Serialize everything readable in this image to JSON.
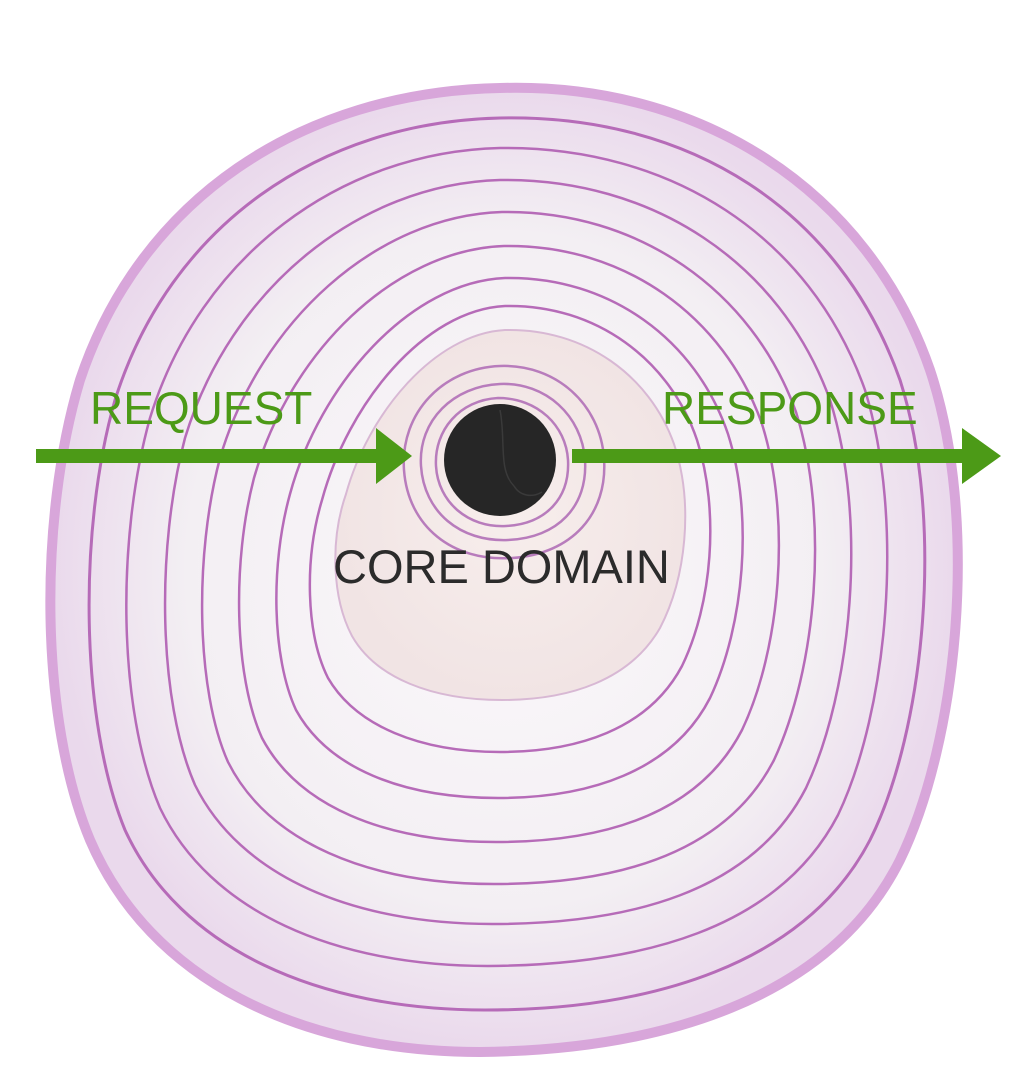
{
  "labels": {
    "request": "REQUEST",
    "response": "RESPONSE",
    "core": "CORE DOMAIN"
  },
  "colors": {
    "arrow": "#4c9a17",
    "label_green": "#4c9a17",
    "core_text": "#2b2b2b",
    "core_dot": "#262626",
    "onion_flesh": "#f4f1f4",
    "onion_ring": "#b46cb6",
    "onion_skin": "#d6a8d8",
    "onion_center": "#f5e8e6"
  },
  "icons": {
    "request_arrow": "arrow-right-icon",
    "response_arrow": "arrow-right-icon",
    "core": "core-dot-icon",
    "background": "onion-slice-illustration"
  }
}
